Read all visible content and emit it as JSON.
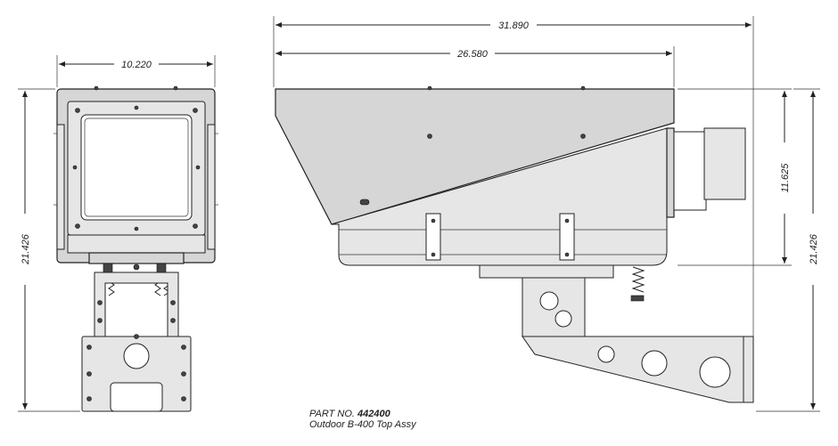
{
  "dimensions": {
    "front_width": "10.220",
    "front_height": "21.426",
    "side_overall_length": "31.890",
    "side_housing_length": "26.580",
    "side_housing_height": "11.625",
    "side_overall_height": "21.426"
  },
  "caption": {
    "part_label": "PART NO.",
    "part_number": "442400",
    "description": "Outdoor B-400 Top Assy"
  },
  "colors": {
    "line": "#222222",
    "fill": "#d6d6d6"
  }
}
